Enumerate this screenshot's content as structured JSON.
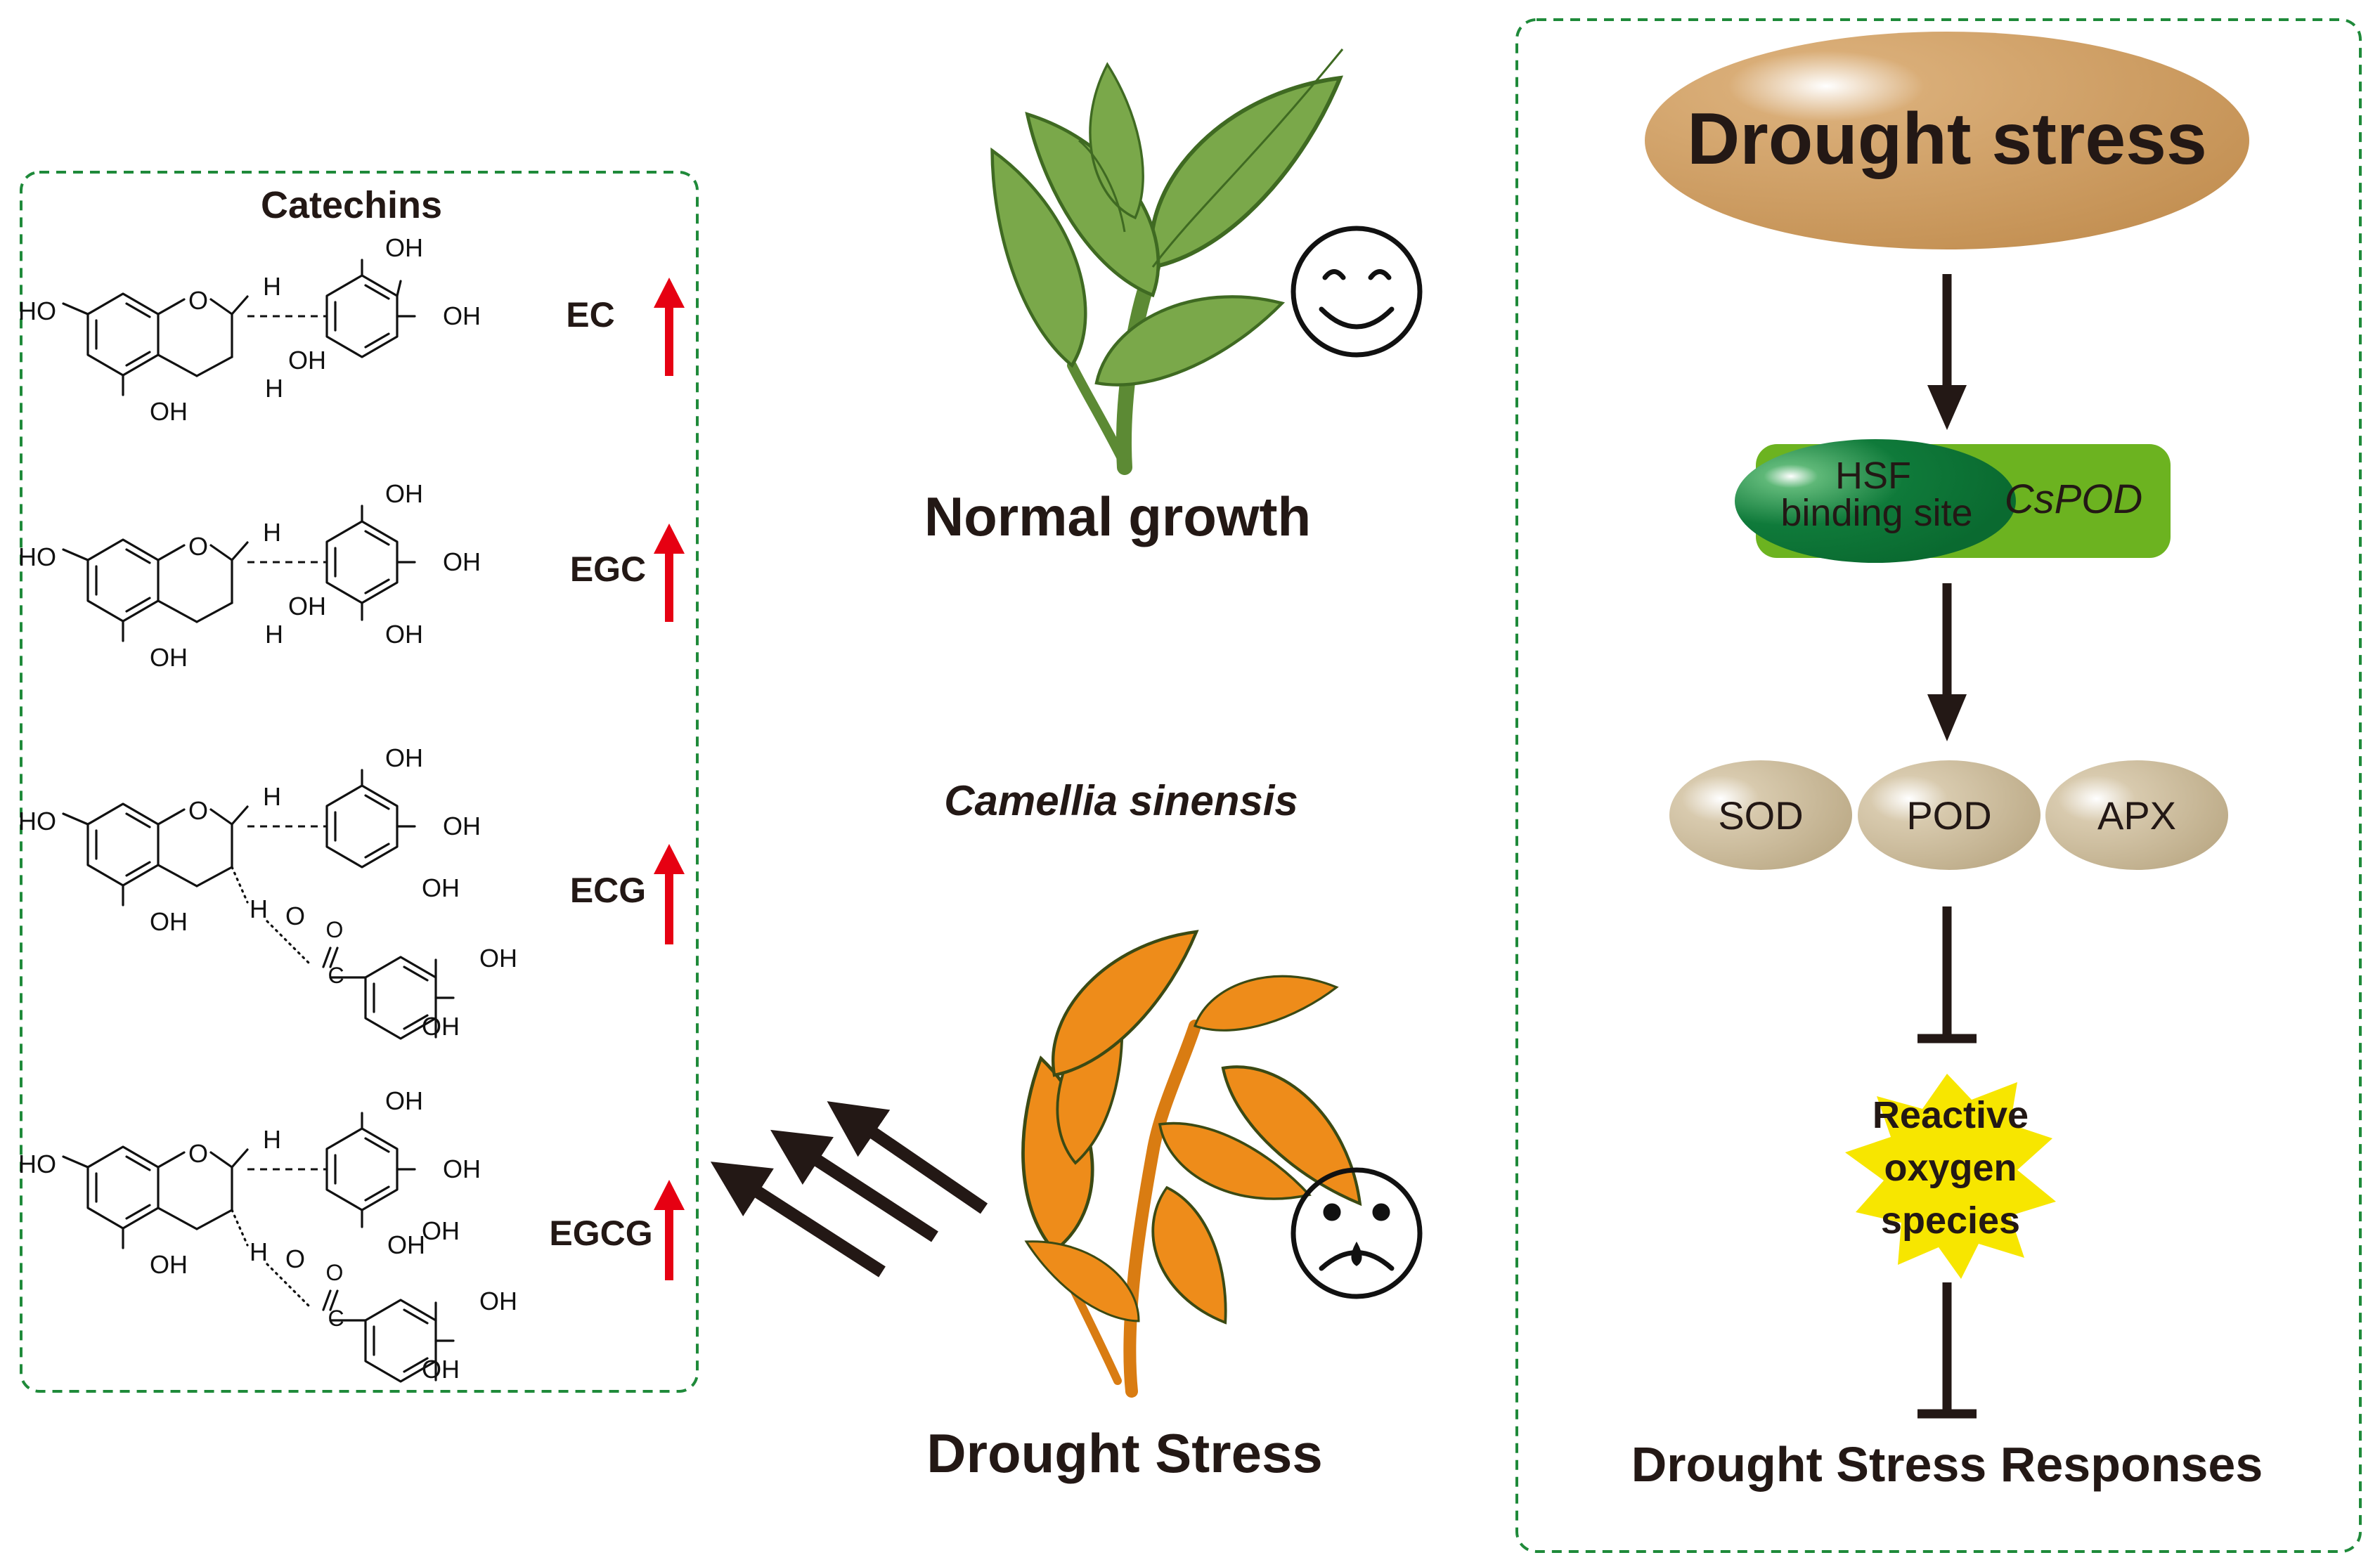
{
  "left_panel": {
    "title": "Catechins",
    "compounds": [
      {
        "label": "EC",
        "trend": "up"
      },
      {
        "label": "EGC",
        "trend": "up"
      },
      {
        "label": "ECG",
        "trend": "up"
      },
      {
        "label": "EGCG",
        "trend": "up"
      }
    ],
    "atom_labels": {
      "ho": "HO",
      "oh": "OH",
      "h": "H",
      "o": "O",
      "c": "C"
    }
  },
  "center": {
    "normal_label": "Normal growth",
    "species": "Camellia sinensis",
    "stress_label": "Drought Stress",
    "happy_face": "smile-face-icon",
    "sad_face": "crying-face-icon"
  },
  "right_panel": {
    "trigger": "Drought stress",
    "promoter_site_line1": "HSF",
    "promoter_site_line2": "binding site",
    "gene": "CsPOD",
    "enzymes": [
      "SOD",
      "POD",
      "APX"
    ],
    "ros_line1": "Reactive",
    "ros_line2": "oxygen",
    "ros_line3": "species",
    "outcome": "Drought Stress Responses"
  },
  "colors": {
    "dashed_border": "#1f8a3a",
    "up_arrow": "#e60012",
    "drought_ellipse": "#c9975a",
    "gene_box": "#6cb320",
    "binding_site": "#0f7a3a",
    "enzyme": "#c4b396",
    "ros_burst": "#f7e600",
    "healthy_leaf": "#7aa84a",
    "dry_leaf": "#ee8c1a",
    "arrow_dark": "#231815"
  }
}
